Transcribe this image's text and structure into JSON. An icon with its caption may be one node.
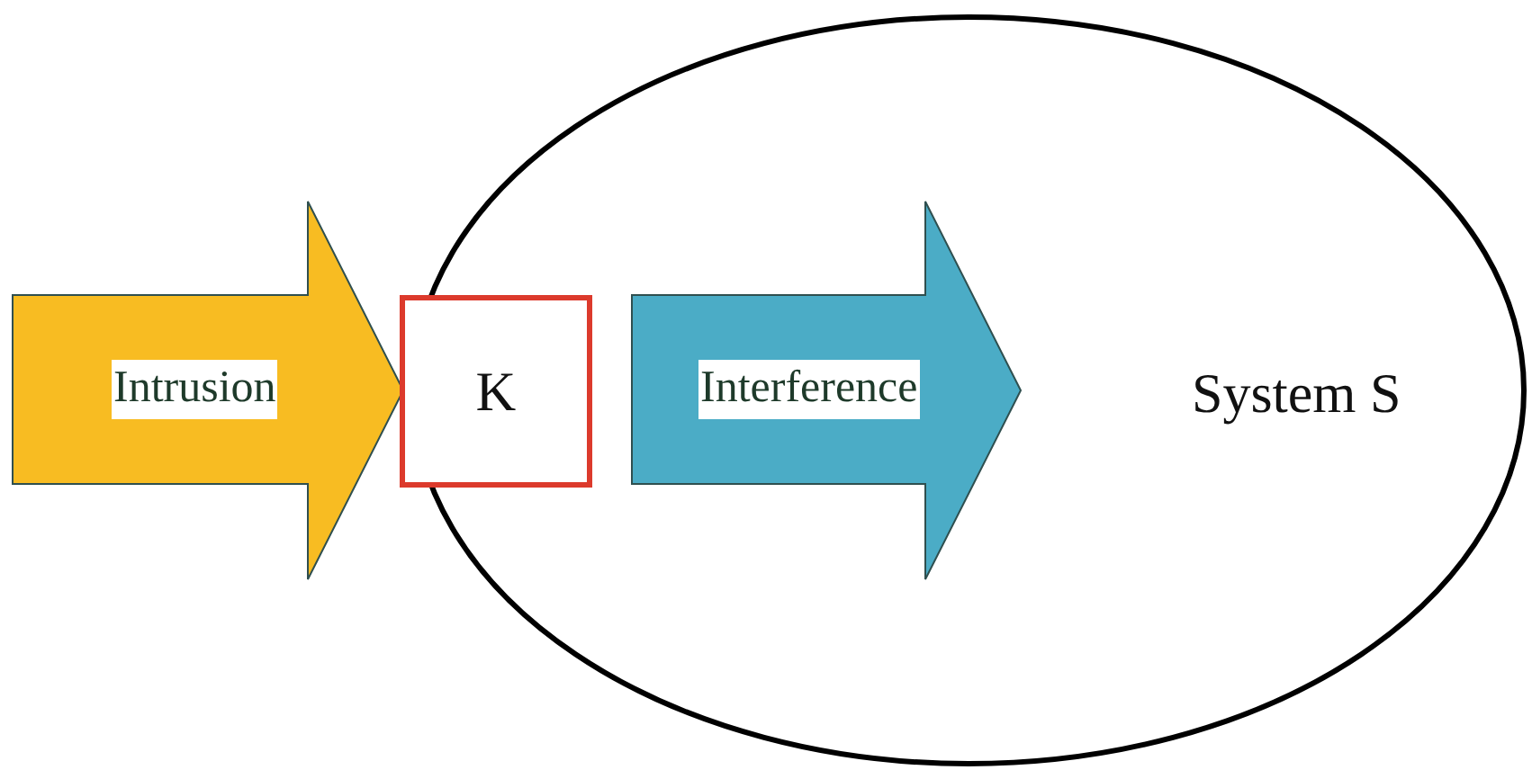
{
  "diagram": {
    "nodes": [
      {
        "text": [
          "System S"
        ]
      },
      {
        "text": [
          "Intrusion"
        ]
      },
      {
        "text": [
          "K"
        ]
      },
      {
        "text": [
          "Interference"
        ],
        "in": 0
      }
    ]
  }
}
